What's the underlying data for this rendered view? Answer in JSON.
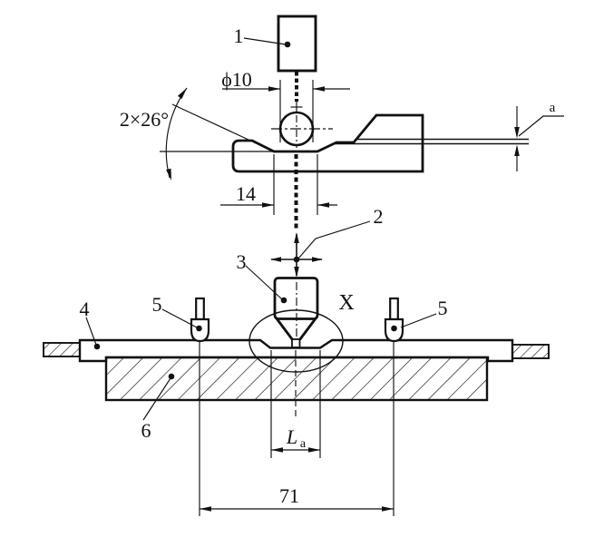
{
  "part_labels": {
    "holder": "1",
    "motion_indicator": "2",
    "chisel": "3",
    "specimen_plate": "4",
    "clamp_left": "5",
    "clamp_right": "5",
    "base": "6",
    "detail_marker": "X"
  },
  "dimensions": {
    "ball_diameter": "ϕ10",
    "vee_angle": "2×26°",
    "groove_width": "14",
    "sheet_thickness": "a",
    "span_symbol": "L",
    "span_subscript": "a",
    "support_span": "71"
  },
  "colors": {
    "ink": "#111111",
    "paper": "#ffffff"
  }
}
